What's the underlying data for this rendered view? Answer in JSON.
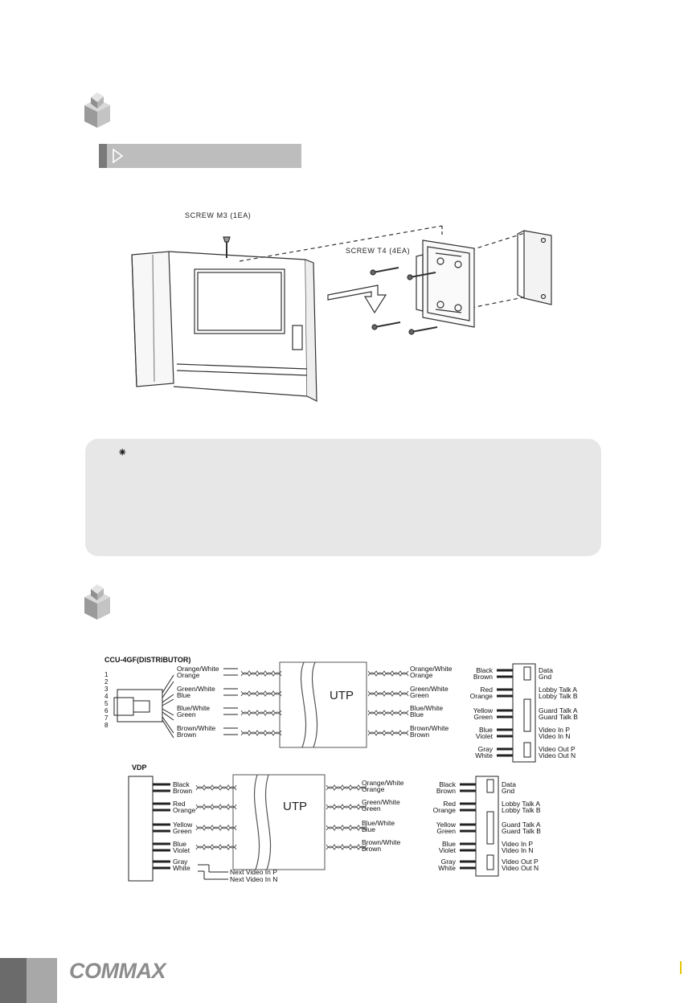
{
  "installation": {
    "section_icon": "section-cube-icon",
    "step_icon": "play-triangle-icon",
    "labels": {
      "screw_m3": "SCREW M3 (1EA)",
      "screw_t4": "SCREW T4 (4EA)"
    }
  },
  "note": {
    "marker": "⁕"
  },
  "wiring": {
    "section_icon": "section-cube-icon",
    "top": {
      "title": "CCU-4GF(DISTRIBUTOR)",
      "pins": [
        "1",
        "2",
        "3",
        "4",
        "5",
        "6",
        "7",
        "8"
      ],
      "left_wires": [
        "Orange/White",
        "Orange",
        "Green/White",
        "Blue",
        "Blue/White",
        "Green",
        "Brown/White",
        "Brown"
      ],
      "utp": "UTP",
      "mid_wires": [
        "Orange/White",
        "Orange",
        "Green/White",
        "Green",
        "Blue/White",
        "Blue",
        "Brown/White",
        "Brown"
      ],
      "right_wires": [
        "Black",
        "Brown",
        "Red",
        "Orange",
        "Yellow",
        "Green",
        "Blue",
        "Violet",
        "Gray",
        "White"
      ],
      "terminals": [
        "Data",
        "Gnd",
        "Lobby Talk A",
        "Lobby Talk B",
        "Guard Talk A",
        "Guard Talk B",
        "Video In P",
        "Video In N",
        "Video Out P",
        "Video Out N"
      ]
    },
    "bottom": {
      "title": "VDP",
      "left_wires": [
        "Black",
        "Brown",
        "Red",
        "Orange",
        "Yellow",
        "Green",
        "Blue",
        "Violet",
        "Gray",
        "White"
      ],
      "next_video": [
        "Next Video In P",
        "Next Video In N"
      ],
      "utp": "UTP",
      "mid_wires": [
        "Orange/White",
        "Orange",
        "Green/White",
        "Green",
        "Blue/White",
        "Blue",
        "Brown/White",
        "Brown"
      ],
      "right_wires": [
        "Black",
        "Brown",
        "Red",
        "Orange",
        "Yellow",
        "Green",
        "Blue",
        "Violet",
        "Gray",
        "White"
      ],
      "terminals": [
        "Data",
        "Gnd",
        "Lobby Talk A",
        "Lobby Talk B",
        "Guard Talk A",
        "Guard Talk B",
        "Video In P",
        "Video In N",
        "Video Out P",
        "Video Out N"
      ]
    }
  },
  "footer": {
    "brand": "COMMAX"
  }
}
